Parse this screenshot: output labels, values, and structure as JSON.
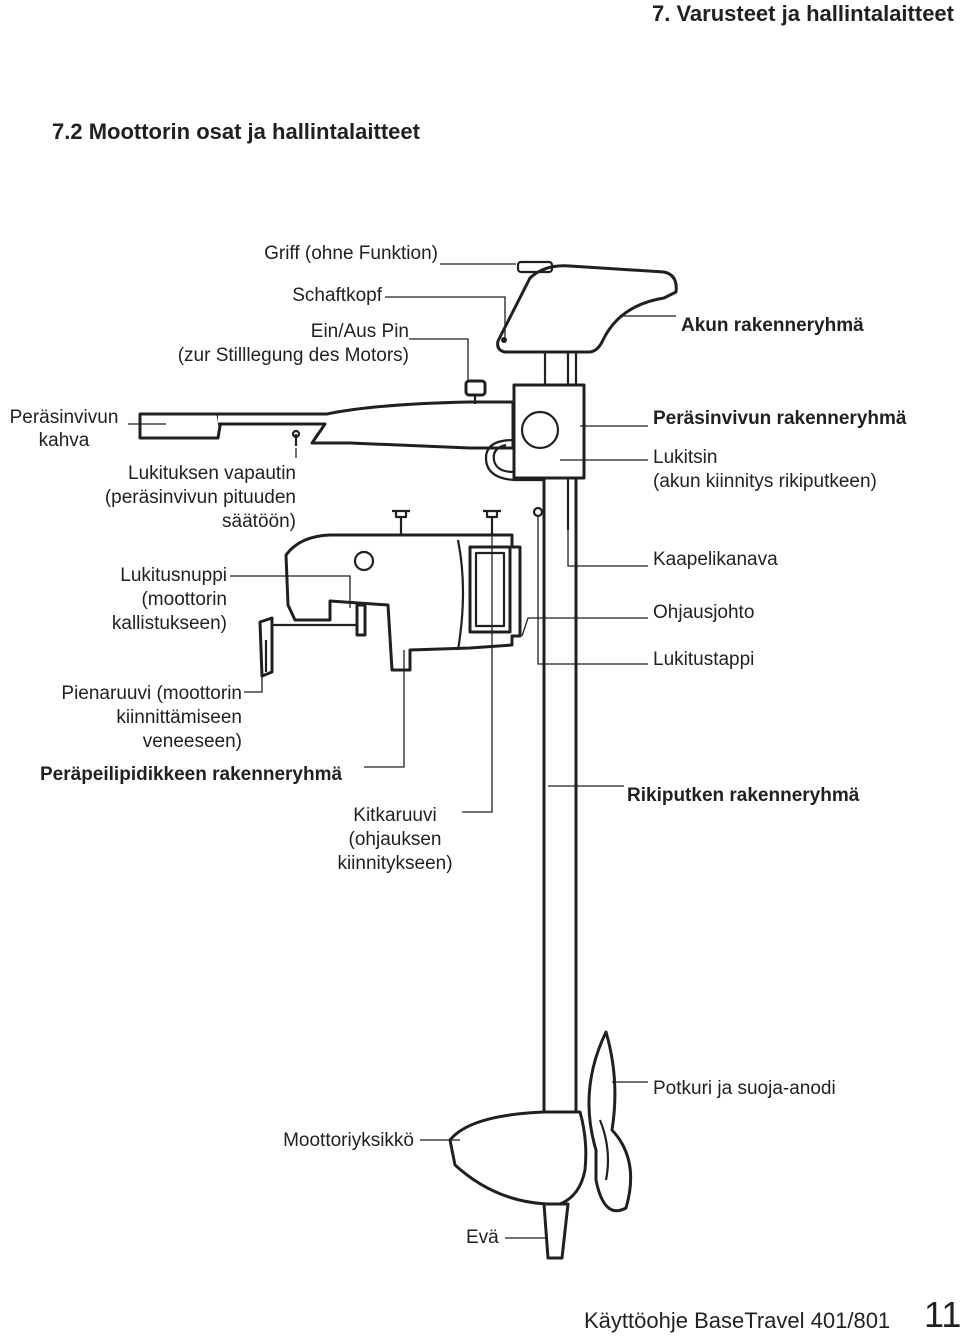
{
  "header": {
    "chapter": "7. Varusteet ja hallintalaitteet",
    "section": "7.2 Moottorin osat ja hallintalaitteet"
  },
  "labels": {
    "griff": "Griff (ohne Funktion)",
    "schaftkopf": "Schaftkopf",
    "einaus_1": "Ein/Aus Pin",
    "einaus_2": "(zur Stilllegung des Motors)",
    "akun": "Akun rakenneryhmä",
    "kahva_1": "Peräsinvivun",
    "kahva_2": "kahva",
    "vapautin_1": "Lukituksen vapautin",
    "vapautin_2": "(peräsinvivun pituuden",
    "vapautin_3": "säätöön)",
    "perasin_ryhma": "Peräsinvivun rakenneryhmä",
    "lukitsin_1": "Lukitsin",
    "lukitsin_2": "(akun kiinnitys rikiputkeen)",
    "kaapelikanava": "Kaapelikanava",
    "lukitusnuppi_1": "Lukitusnuppi",
    "lukitusnuppi_2": "(moottorin",
    "lukitusnuppi_3": "kallistukseen)",
    "ohjausjohto": "Ohjausjohto",
    "lukitustappi": "Lukitustappi",
    "pienaruuvi_1": "Pienaruuvi (moottorin",
    "pienaruuvi_2": "kiinnittämiseen",
    "pienaruuvi_3": "veneeseen)",
    "perapeili": "Peräpeilipidikkeen rakenneryhmä",
    "rikiputki": "Rikiputken rakenneryhmä",
    "kitkaruuvi_1": "Kitkaruuvi",
    "kitkaruuvi_2": "(ohjauksen",
    "kitkaruuvi_3": "kiinnitykseen)",
    "potkuri": "Potkuri ja suoja-anodi",
    "moottoriyksikko": "Moottoriyksikkö",
    "eva": "Evä"
  },
  "footer": {
    "manual": "Käyttöohje BaseTravel 401/801",
    "page": "11"
  }
}
